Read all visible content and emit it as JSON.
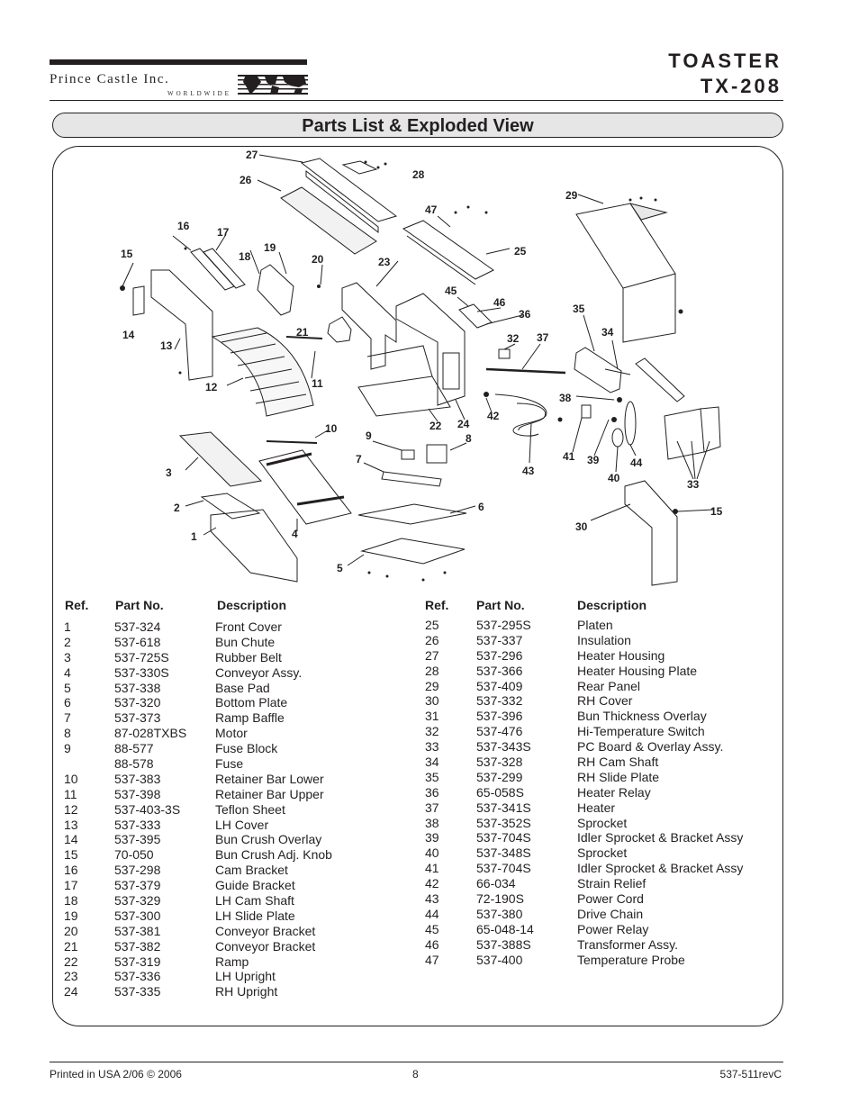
{
  "header": {
    "brand": "Prince Castle Inc.",
    "brand_sub": "WORLDWIDE",
    "title_line1": "TOASTER",
    "title_line2": "TX-208"
  },
  "banner": {
    "title": "Parts List & Exploded View"
  },
  "diagram": {
    "callouts": [
      "27",
      "26",
      "28",
      "16",
      "17",
      "19",
      "15",
      "18",
      "20",
      "47",
      "29",
      "25",
      "23",
      "45",
      "46",
      "36",
      "35",
      "14",
      "13",
      "21",
      "32",
      "37",
      "34",
      "12",
      "11",
      "38",
      "22",
      "24",
      "42",
      "10",
      "9",
      "8",
      "41",
      "39",
      "44",
      "7",
      "43",
      "40",
      "33",
      "3",
      "2",
      "6",
      "30",
      "15",
      "1",
      "4",
      "5"
    ]
  },
  "table": {
    "headers": {
      "ref": "Ref.",
      "part_no": "Part No.",
      "description": "Description"
    },
    "left": [
      {
        "ref": "1",
        "part": "537-324",
        "desc": "Front Cover"
      },
      {
        "ref": "2",
        "part": "537-618",
        "desc": "Bun Chute"
      },
      {
        "ref": "3",
        "part": "537-725S",
        "desc": "Rubber Belt"
      },
      {
        "ref": "4",
        "part": "537-330S",
        "desc": "Conveyor Assy."
      },
      {
        "ref": "5",
        "part": "537-338",
        "desc": "Base Pad"
      },
      {
        "ref": "6",
        "part": "537-320",
        "desc": "Bottom Plate"
      },
      {
        "ref": "7",
        "part": "537-373",
        "desc": "Ramp Baffle"
      },
      {
        "ref": "8",
        "part": "87-028TXBS",
        "desc": "Motor"
      },
      {
        "ref": "9",
        "part": "88-577",
        "desc": "Fuse Block"
      },
      {
        "ref": "",
        "part": "88-578",
        "desc": "Fuse"
      },
      {
        "ref": "10",
        "part": "537-383",
        "desc": "Retainer Bar Lower"
      },
      {
        "ref": "11",
        "part": "537-398",
        "desc": "Retainer Bar Upper"
      },
      {
        "ref": "12",
        "part": "537-403-3S",
        "desc": "Teflon Sheet"
      },
      {
        "ref": "13",
        "part": "537-333",
        "desc": "LH Cover"
      },
      {
        "ref": "14",
        "part": "537-395",
        "desc": "Bun Crush Overlay"
      },
      {
        "ref": "15",
        "part": "70-050",
        "desc": "Bun Crush Adj. Knob"
      },
      {
        "ref": "16",
        "part": "537-298",
        "desc": "Cam Bracket"
      },
      {
        "ref": "17",
        "part": "537-379",
        "desc": "Guide Bracket"
      },
      {
        "ref": "18",
        "part": "537-329",
        "desc": "LH Cam Shaft"
      },
      {
        "ref": "19",
        "part": "537-300",
        "desc": "LH Slide Plate"
      },
      {
        "ref": "20",
        "part": "537-381",
        "desc": "Conveyor Bracket"
      },
      {
        "ref": "21",
        "part": "537-382",
        "desc": "Conveyor Bracket"
      },
      {
        "ref": "22",
        "part": "537-319",
        "desc": "Ramp"
      },
      {
        "ref": "23",
        "part": "537-336",
        "desc": "LH Upright"
      },
      {
        "ref": "24",
        "part": "537-335",
        "desc": "RH Upright"
      }
    ],
    "right": [
      {
        "ref": "25",
        "part": "537-295S",
        "desc": "Platen"
      },
      {
        "ref": "26",
        "part": "537-337",
        "desc": "Insulation"
      },
      {
        "ref": "27",
        "part": "537-296",
        "desc": "Heater Housing"
      },
      {
        "ref": "28",
        "part": "537-366",
        "desc": "Heater Housing Plate"
      },
      {
        "ref": "29",
        "part": "537-409",
        "desc": "Rear Panel"
      },
      {
        "ref": "30",
        "part": "537-332",
        "desc": "RH Cover"
      },
      {
        "ref": "31",
        "part": "537-396",
        "desc": "Bun Thickness Overlay"
      },
      {
        "ref": "32",
        "part": "537-476",
        "desc": "Hi-Temperature Switch"
      },
      {
        "ref": "33",
        "part": "537-343S",
        "desc": "PC Board & Overlay Assy."
      },
      {
        "ref": "34",
        "part": "537-328",
        "desc": "RH Cam Shaft"
      },
      {
        "ref": "35",
        "part": "537-299",
        "desc": "RH Slide Plate"
      },
      {
        "ref": "36",
        "part": "65-058S",
        "desc": "Heater Relay"
      },
      {
        "ref": "37",
        "part": "537-341S",
        "desc": "Heater"
      },
      {
        "ref": "38",
        "part": "537-352S",
        "desc": "Sprocket"
      },
      {
        "ref": "39",
        "part": "537-704S",
        "desc": "Idler Sprocket & Bracket Assy"
      },
      {
        "ref": "40",
        "part": "537-348S",
        "desc": "Sprocket"
      },
      {
        "ref": "41",
        "part": "537-704S",
        "desc": "Idler Sprocket & Bracket Assy"
      },
      {
        "ref": "42",
        "part": "66-034",
        "desc": "Strain Relief"
      },
      {
        "ref": "43",
        "part": "72-190S",
        "desc": "Power Cord"
      },
      {
        "ref": "44",
        "part": "537-380",
        "desc": "Drive Chain"
      },
      {
        "ref": "45",
        "part": "65-048-14",
        "desc": "Power Relay"
      },
      {
        "ref": "46",
        "part": "537-388S",
        "desc": "Transformer Assy."
      },
      {
        "ref": "47",
        "part": "537-400",
        "desc": "Temperature Probe"
      }
    ]
  },
  "footer": {
    "printed": "Printed in USA 2/06 © 2006",
    "page": "8",
    "doc_no": "537-511revC"
  }
}
